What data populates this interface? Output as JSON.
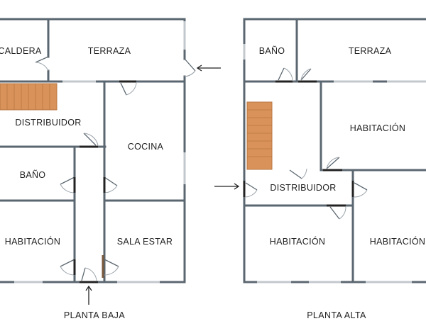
{
  "planta_baja": {
    "caption": "PLANTA BAJA",
    "rooms": {
      "caldera": "CALDERA",
      "terraza": "TERRAZA",
      "distribuidor": "DISTRIBUIDOR",
      "cocina": "COCINA",
      "bano": "BAÑO",
      "habitacion": "HABITACIÓN",
      "sala_estar": "SALA ESTAR"
    }
  },
  "planta_alta": {
    "caption": "PLANTA ALTA",
    "rooms": {
      "bano": "BAÑO",
      "terraza": "TERRAZA",
      "habitacion_1": "HABITACIÓN",
      "distribuidor": "DISTRIBUIDOR",
      "habitacion_2": "HABITACIÓN",
      "habitacion_3": "HABITACIÓN"
    }
  },
  "colors": {
    "wall": "#5b6770",
    "stairs": "#d9935a",
    "window": "#c3c8cc"
  }
}
